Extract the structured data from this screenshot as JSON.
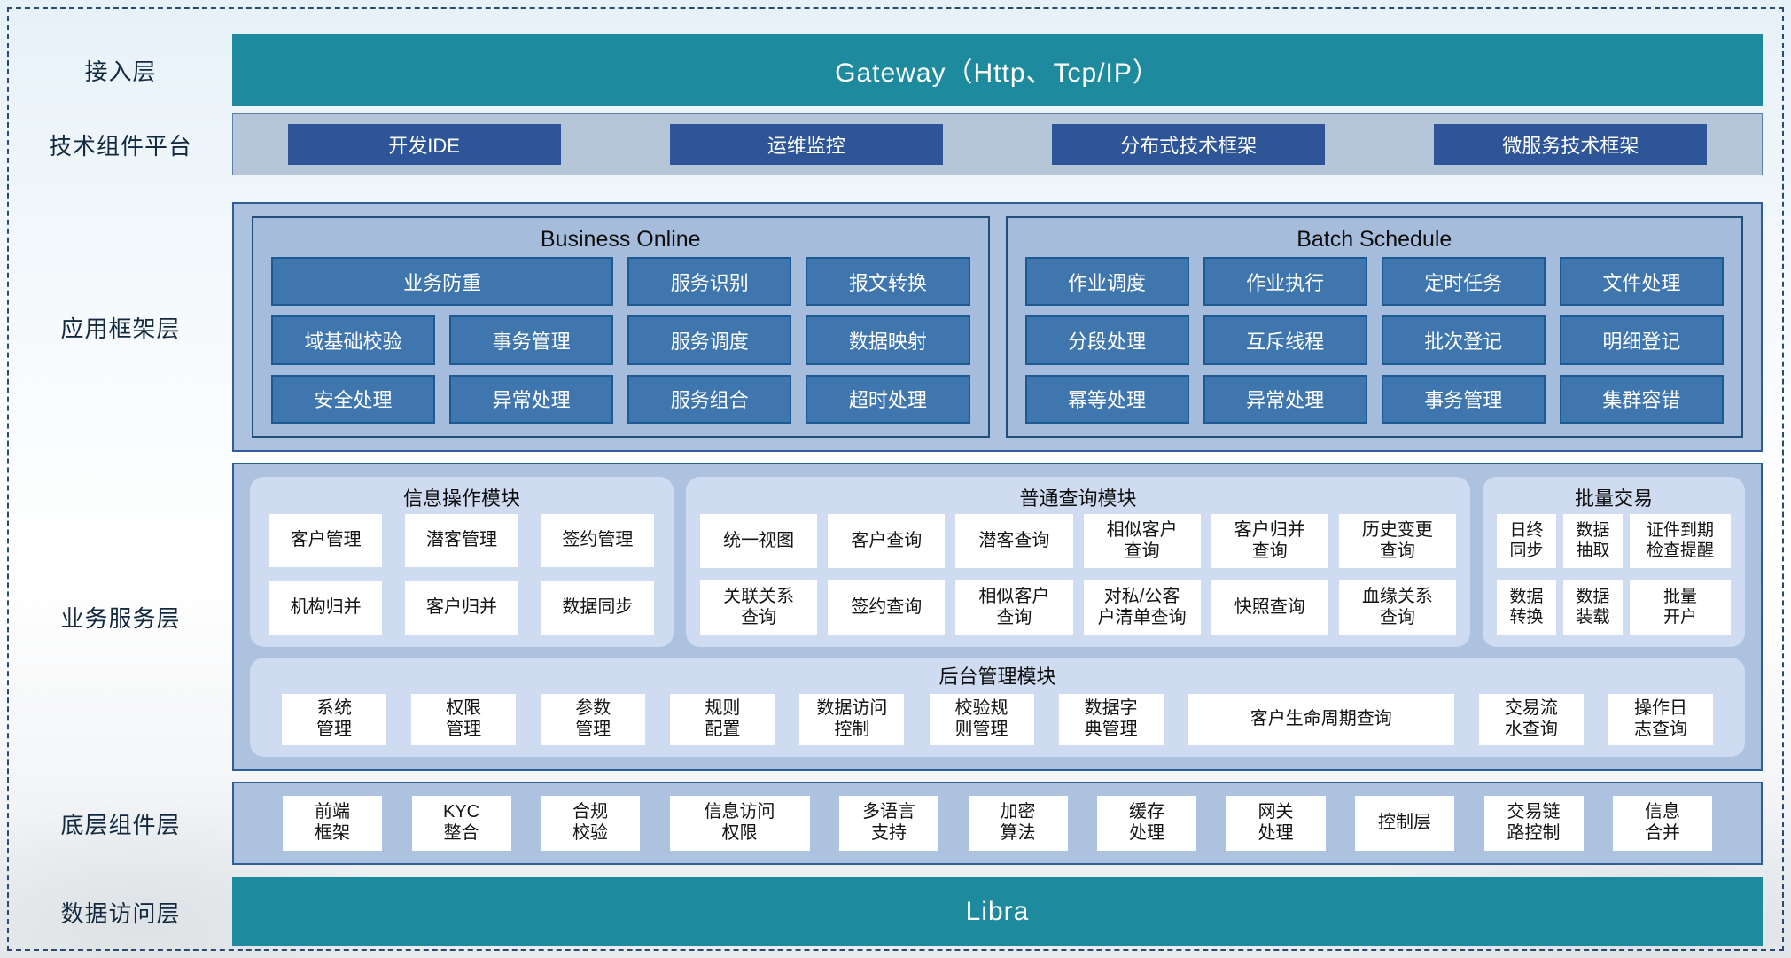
{
  "colors": {
    "teal_bar": "#1e8a9e",
    "navy_button": "#2e5597",
    "steel_button": "#4076ae",
    "steel_button_border": "#1d5a92",
    "layer_container": "#adc2df",
    "inner_group": "#a6bcdc",
    "module_card": "#cfdbf0",
    "item_box": "#ffffff",
    "dashed_border": "#2a4a72"
  },
  "layers": {
    "access": {
      "label": "接入层",
      "bar": "Gateway（Http、Tcp/IP）"
    },
    "tech": {
      "label": "技术组件平台",
      "buttons": [
        {
          "label": "开发IDE"
        },
        {
          "label": "运维监控"
        },
        {
          "label": "分布式技术框架"
        },
        {
          "label": "微服务技术框架"
        }
      ]
    },
    "app": {
      "label": "应用框架层",
      "groups": [
        {
          "title": "Business Online",
          "items": [
            {
              "label": "业务防重",
              "span": 2
            },
            {
              "label": "服务识别"
            },
            {
              "label": "报文转换"
            },
            {
              "label": "域基础校验"
            },
            {
              "label": "事务管理"
            },
            {
              "label": "服务调度"
            },
            {
              "label": "数据映射"
            },
            {
              "label": "安全处理"
            },
            {
              "label": "异常处理"
            },
            {
              "label": "服务组合"
            },
            {
              "label": "超时处理"
            }
          ]
        },
        {
          "title": "Batch Schedule",
          "items": [
            {
              "label": "作业调度"
            },
            {
              "label": "作业执行"
            },
            {
              "label": "定时任务"
            },
            {
              "label": "文件处理"
            },
            {
              "label": "分段处理"
            },
            {
              "label": "互斥线程"
            },
            {
              "label": "批次登记"
            },
            {
              "label": "明细登记"
            },
            {
              "label": "幂等处理"
            },
            {
              "label": "异常处理"
            },
            {
              "label": "事务管理"
            },
            {
              "label": "集群容错"
            }
          ]
        }
      ]
    },
    "service": {
      "label": "业务服务层",
      "modules": [
        {
          "title": "信息操作模块",
          "items": [
            {
              "label": "客户管理"
            },
            {
              "label": "潜客管理"
            },
            {
              "label": "签约管理"
            },
            {
              "label": "机构归并"
            },
            {
              "label": "客户归并"
            },
            {
              "label": "数据同步"
            }
          ]
        },
        {
          "title": "普通查询模块",
          "items": [
            {
              "label": "统一视图"
            },
            {
              "label": "客户查询"
            },
            {
              "label": "潜客查询"
            },
            {
              "label": "相似客户\n查询"
            },
            {
              "label": "客户归并\n查询"
            },
            {
              "label": "历史变更\n查询"
            },
            {
              "label": "关联关系\n查询"
            },
            {
              "label": "签约查询"
            },
            {
              "label": "相似客户\n查询"
            },
            {
              "label": "对私/公客\n户清单查询"
            },
            {
              "label": "快照查询"
            },
            {
              "label": "血缘关系\n查询"
            }
          ]
        },
        {
          "title": "批量交易",
          "items": [
            {
              "label": "日终\n同步"
            },
            {
              "label": "数据\n抽取"
            },
            {
              "label": "证件到期\n检查提醒"
            },
            {
              "label": "数据\n转换"
            },
            {
              "label": "数据\n装载"
            },
            {
              "label": "批量\n开户"
            }
          ]
        }
      ],
      "management": {
        "title": "后台管理模块",
        "items": [
          {
            "label": "系统\n管理"
          },
          {
            "label": "权限\n管理"
          },
          {
            "label": "参数\n管理"
          },
          {
            "label": "规则\n配置"
          },
          {
            "label": "数据访问\n控制"
          },
          {
            "label": "校验规\n则管理"
          },
          {
            "label": "数据字\n典管理"
          },
          {
            "label": "客户生命周期查询",
            "wide": true
          },
          {
            "label": "交易流\n水查询"
          },
          {
            "label": "操作日\n志查询"
          }
        ]
      }
    },
    "bottom": {
      "label": "底层组件层",
      "items": [
        {
          "label": "前端\n框架"
        },
        {
          "label": "KYC\n整合"
        },
        {
          "label": "合规\n校验"
        },
        {
          "label": "信息访问\n权限",
          "wide": true
        },
        {
          "label": "多语言\n支持"
        },
        {
          "label": "加密\n算法"
        },
        {
          "label": "缓存\n处理"
        },
        {
          "label": "网关\n处理"
        },
        {
          "label": "控制层"
        },
        {
          "label": "交易链\n路控制"
        },
        {
          "label": "信息\n合并"
        }
      ]
    },
    "data_access": {
      "label": "数据访问层",
      "bar": "Libra"
    }
  }
}
